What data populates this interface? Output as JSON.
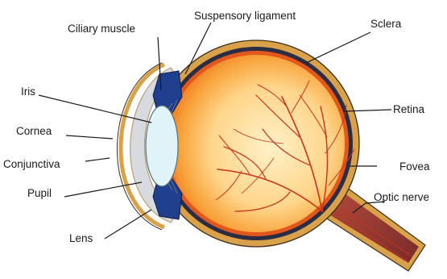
{
  "labels": {
    "ciliary_muscle": "Ciliary muscle",
    "suspensory_ligament": "Suspensory ligament",
    "sclera": "Sclera",
    "iris": "Iris",
    "retina": "Retina",
    "cornea": "Cornea",
    "conjunctiva": "Conjunctiva",
    "fovea": "Fovea",
    "pupil": "Pupil",
    "optic_nerve": "Optic nerve",
    "lens": "Lens"
  },
  "colors": {
    "sclera": "#d9a24a",
    "choroid": "#2a2d44",
    "retina_edge": "#e2581c",
    "vitreous_center": "#ffeec4",
    "cornea": "#d7dbe0",
    "lens": "#dff3f9",
    "iris": "#1f3f8f",
    "vessel": "#c8331c"
  }
}
